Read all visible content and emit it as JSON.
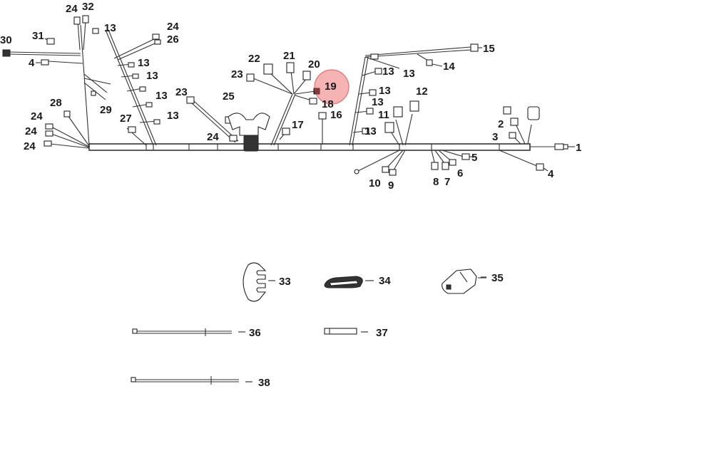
{
  "diagram": {
    "callouts": {
      "c1": "1",
      "c2": "2",
      "c3": "3",
      "c4a": "4",
      "c4b": "4",
      "c5": "5",
      "c6": "6",
      "c7": "7",
      "c8": "8",
      "c9": "9",
      "c10": "10",
      "c11": "11",
      "c12": "12",
      "c13a": "13",
      "c13b": "13",
      "c13c": "13",
      "c13d": "13",
      "c13e": "13",
      "c13f": "13",
      "c13g": "13",
      "c13h": "13",
      "c13i": "13",
      "c13j": "13",
      "c14": "14",
      "c15": "15",
      "c16": "16",
      "c17": "17",
      "c18": "18",
      "c19": "19",
      "c20": "20",
      "c21": "21",
      "c22": "22",
      "c23a": "23",
      "c23b": "23",
      "c24a": "24",
      "c24b": "24",
      "c24c": "24",
      "c24d": "24",
      "c24e": "24",
      "c24f": "24",
      "c25": "25",
      "c26": "26",
      "c27": "27",
      "c28": "28",
      "c29": "29",
      "c30": "30",
      "c31": "31",
      "c32": "32",
      "c33": "33",
      "c34": "34",
      "c35": "35",
      "c36": "36",
      "c37": "37",
      "c38": "38"
    },
    "highlighted_part": "19",
    "colors": {
      "highlight": "#e84a4a",
      "line": "#333333"
    }
  }
}
